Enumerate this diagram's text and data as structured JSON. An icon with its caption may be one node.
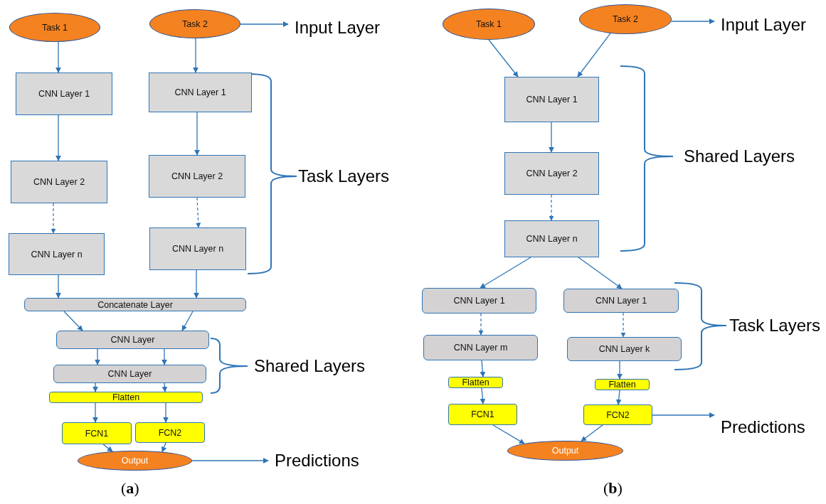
{
  "diagram": {
    "nodes": [
      {
        "text": [
          "Task 1"
        ]
      },
      {
        "text": [
          "Task 2"
        ]
      },
      {
        "text": [
          "Input Layer"
        ]
      },
      {
        "text": [
          "CNN Layer 1"
        ]
      },
      {
        "text": [
          "CNN Layer 2"
        ]
      },
      {
        "text": [
          "CNN Layer n"
        ]
      },
      {
        "text": [
          "CNN Layer 1"
        ]
      },
      {
        "text": [
          "CNN Layer 2"
        ]
      },
      {
        "text": [
          "CNN Layer n"
        ]
      },
      {
        "text": [
          "Concatenate Layer"
        ]
      },
      {
        "text": [
          "CNN Layer"
        ]
      },
      {
        "text": [
          "CNN Layer"
        ]
      },
      {
        "text": [
          "Flatten"
        ]
      },
      {
        "text": [
          "FCN1"
        ]
      },
      {
        "text": [
          "FCN2"
        ]
      },
      {
        "text": [
          "Output"
        ]
      },
      {
        "text": [
          "Predictions"
        ]
      },
      {
        "text": [
          "Task 1"
        ]
      },
      {
        "text": [
          "Task 2"
        ]
      },
      {
        "text": [
          "Input Layer"
        ]
      },
      {
        "text": [
          "CNN Layer 1"
        ]
      },
      {
        "text": [
          "CNN Layer 2"
        ]
      },
      {
        "text": [
          "CNN Layer n"
        ]
      },
      {
        "text": [
          "CNN Layer 1"
        ]
      },
      {
        "text": [
          "CNN Layer 1"
        ]
      },
      {
        "text": [
          "CNN Layer m"
        ]
      },
      {
        "text": [
          "CNN Layer k"
        ]
      },
      {
        "text": [
          "Flatten"
        ]
      },
      {
        "text": [
          "Flatten"
        ]
      },
      {
        "text": [
          "FCN1"
        ]
      },
      {
        "text": [
          "FCN2"
        ]
      },
      {
        "text": [
          "Output"
        ]
      },
      {
        "text": [
          "Predictions"
        ]
      }
    ],
    "edges": [
      {
        "from": 0,
        "to": 3,
        "arrow": "to"
      },
      {
        "from": 3,
        "to": 4,
        "arrow": "to"
      },
      {
        "from": 4,
        "to": 5,
        "arrow": "to",
        "style": "dashed"
      },
      {
        "from": 1,
        "to": 6,
        "arrow": "to"
      },
      {
        "from": 6,
        "to": 7,
        "arrow": "to"
      },
      {
        "from": 7,
        "to": 8,
        "arrow": "to",
        "style": "dashed"
      },
      {
        "from": 5,
        "to": 9,
        "arrow": "to"
      },
      {
        "from": 8,
        "to": 9,
        "arrow": "to"
      },
      {
        "from": 9,
        "to": 10,
        "arrow": "to"
      },
      {
        "from": 9,
        "to": 10,
        "arrow": "to"
      },
      {
        "from": 10,
        "to": 11,
        "arrow": "to"
      },
      {
        "from": 10,
        "to": 11,
        "arrow": "to"
      },
      {
        "from": 11,
        "to": 12,
        "arrow": "to"
      },
      {
        "from": 11,
        "to": 12,
        "arrow": "to"
      },
      {
        "from": 12,
        "to": 13,
        "arrow": "to"
      },
      {
        "from": 12,
        "to": 14,
        "arrow": "to"
      },
      {
        "from": 13,
        "to": 15,
        "arrow": "to"
      },
      {
        "from": 14,
        "to": 15,
        "arrow": "to"
      },
      {
        "from": 1,
        "to": 2,
        "arrow": "to"
      },
      {
        "from": 15,
        "to": 16,
        "arrow": "to"
      },
      {
        "from": 17,
        "to": 20,
        "arrow": "to"
      },
      {
        "from": 18,
        "to": 20,
        "arrow": "to"
      },
      {
        "from": 20,
        "to": 21,
        "arrow": "to"
      },
      {
        "from": 21,
        "to": 22,
        "arrow": "to",
        "style": "dashed"
      },
      {
        "from": 22,
        "to": 23,
        "arrow": "to"
      },
      {
        "from": 22,
        "to": 24,
        "arrow": "to"
      },
      {
        "from": 23,
        "to": 25,
        "arrow": "to",
        "style": "dashed"
      },
      {
        "from": 24,
        "to": 26,
        "arrow": "to",
        "style": "dashed"
      },
      {
        "from": 25,
        "to": 27,
        "arrow": "to"
      },
      {
        "from": 26,
        "to": 28,
        "arrow": "to"
      },
      {
        "from": 27,
        "to": 29,
        "arrow": "to"
      },
      {
        "from": 28,
        "to": 30,
        "arrow": "to"
      },
      {
        "from": 29,
        "to": 31,
        "arrow": "to"
      },
      {
        "from": 30,
        "to": 31,
        "arrow": "to"
      },
      {
        "from": 18,
        "to": 19,
        "arrow": "to"
      },
      {
        "from": 30,
        "to": 32,
        "arrow": "to"
      }
    ],
    "labels": [
      "Task Layers",
      "Shared Layers",
      "(**a**)",
      "Shared Layers",
      "Task Layers",
      "(**b**)"
    ]
  }
}
